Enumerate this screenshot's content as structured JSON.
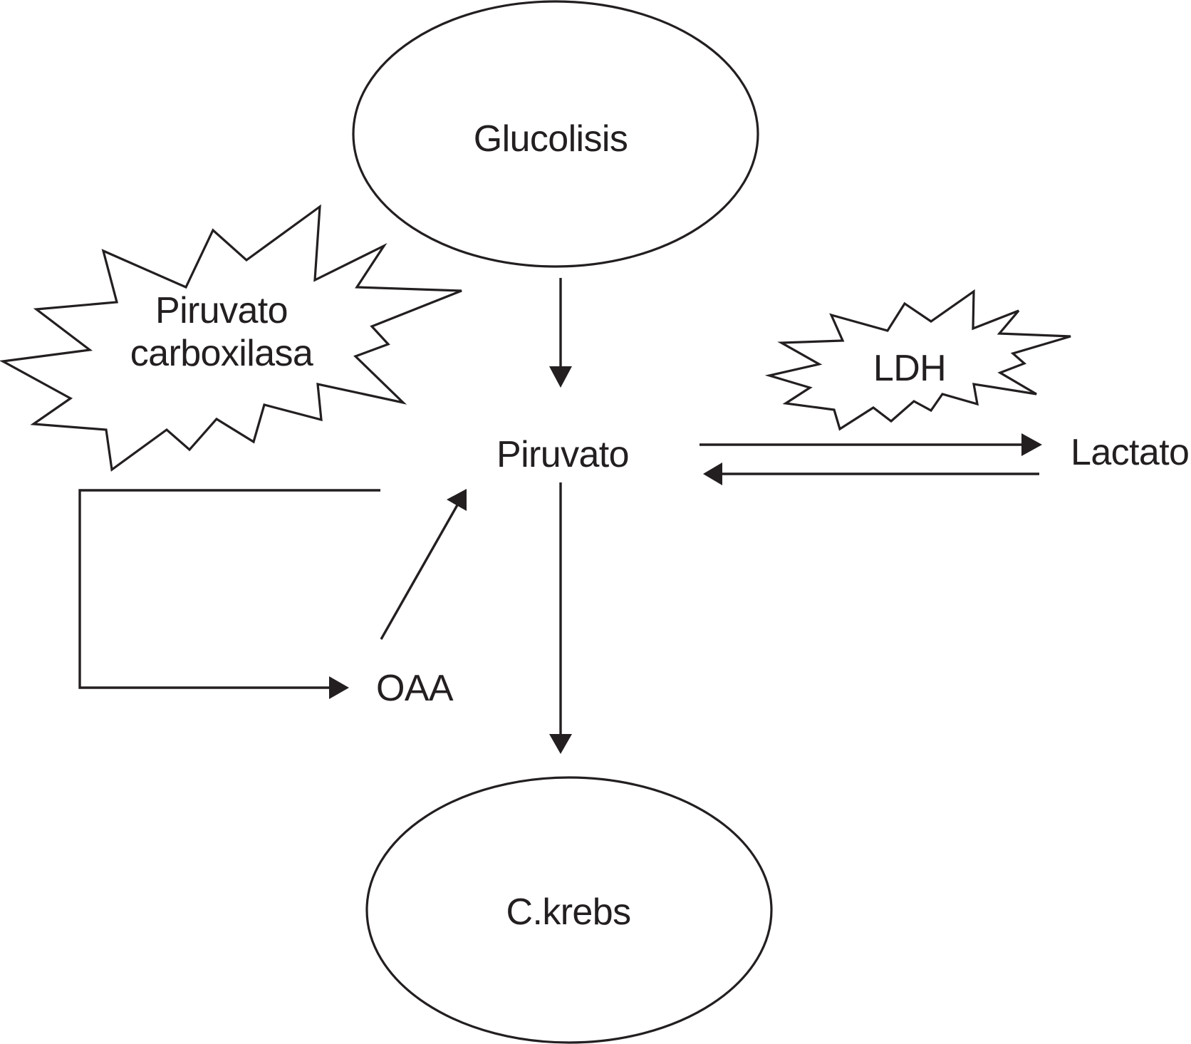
{
  "diagram": {
    "type": "metabolic-pathway",
    "colors": {
      "stroke": "#231f20",
      "background": "#ffffff",
      "text": "#231f20"
    },
    "nodes": {
      "glycolysis": {
        "label": "Glucolisis",
        "shape": "ellipse"
      },
      "pyruvate": {
        "label": "Piruvato",
        "shape": "text"
      },
      "lactate": {
        "label": "Lactato",
        "shape": "text"
      },
      "oaa": {
        "label": "OAA",
        "shape": "text"
      },
      "krebs": {
        "label": "C.krebs",
        "shape": "ellipse"
      }
    },
    "enzymes": {
      "pyruvate_carboxylase": {
        "line1": "Piruvato",
        "line2": "carboxilasa",
        "shape": "starburst"
      },
      "ldh": {
        "label": "LDH",
        "shape": "starburst"
      }
    },
    "edges": [
      {
        "from": "Glucolisis",
        "to": "Piruvato"
      },
      {
        "from": "Piruvato",
        "to": "Lactato",
        "enzyme": "LDH"
      },
      {
        "from": "Lactato",
        "to": "Piruvato",
        "enzyme": "LDH"
      },
      {
        "from": "Piruvato",
        "to": "OAA",
        "enzyme": "Piruvato carboxilasa"
      },
      {
        "from": "OAA",
        "to": "Piruvato"
      },
      {
        "from": "Piruvato",
        "to": "C.krebs"
      }
    ]
  }
}
